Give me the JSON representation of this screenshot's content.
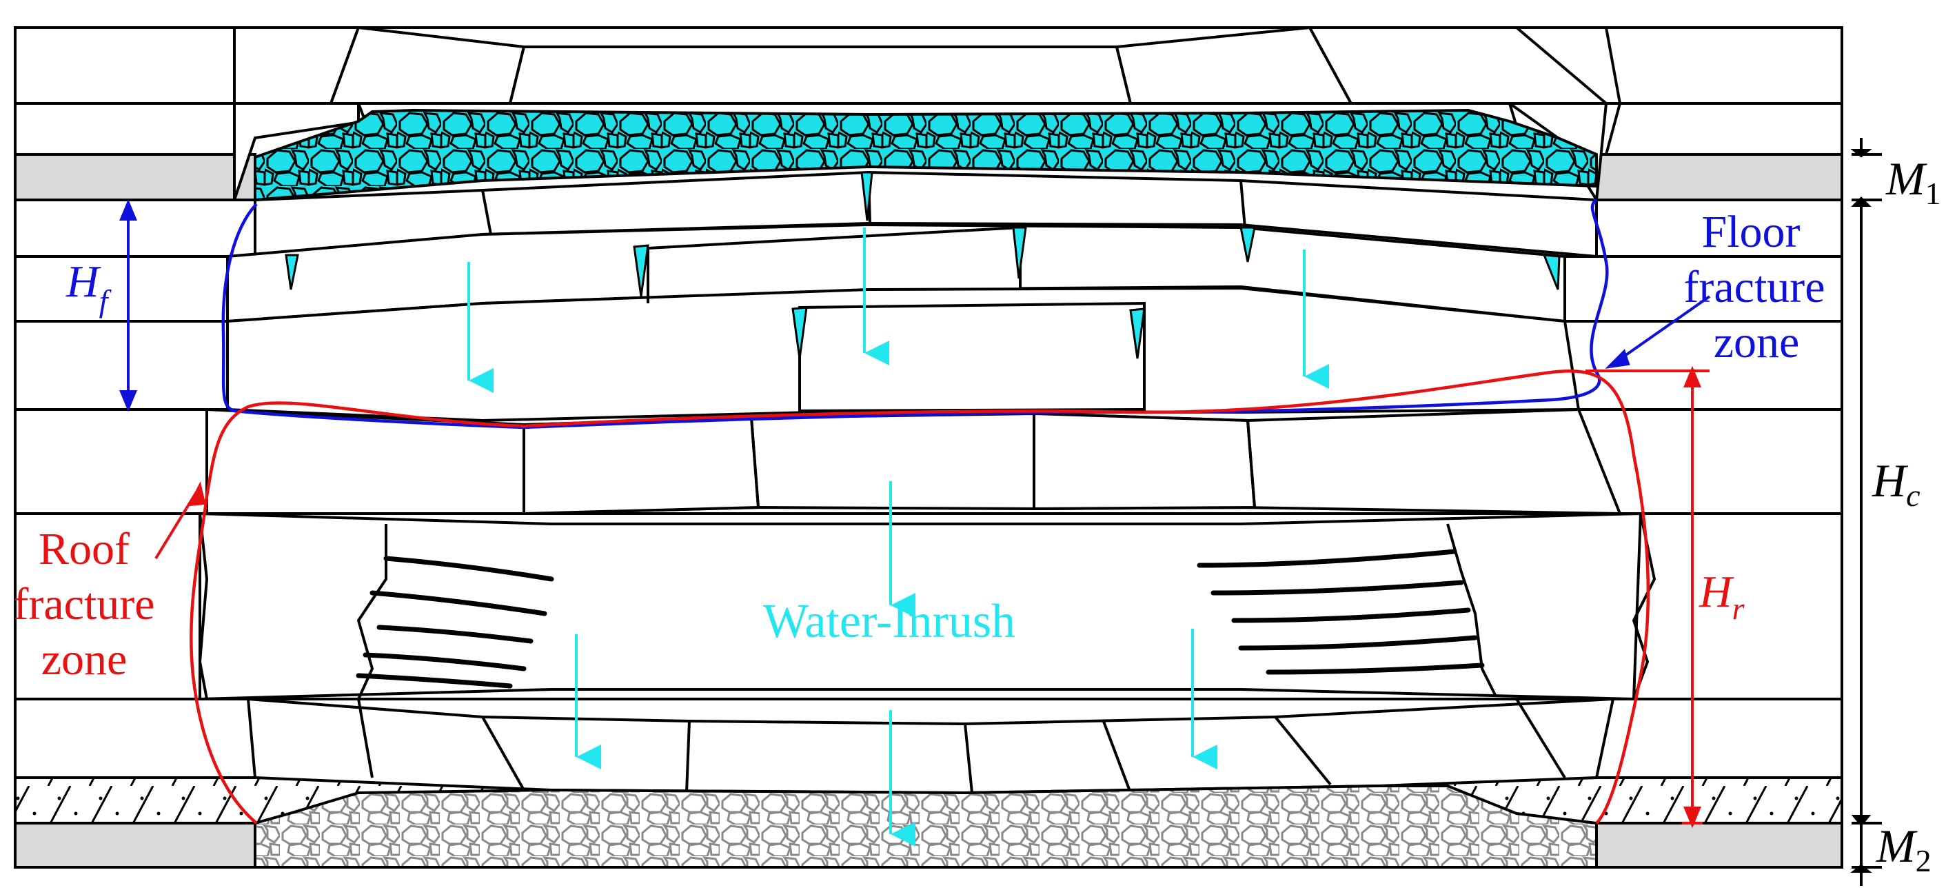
{
  "labels": {
    "hf_main": "H",
    "hf_sub": "f",
    "m1_main": "M",
    "m1_sub": "1",
    "m2_main": "M",
    "m2_sub": "2",
    "hc_main": "H",
    "hc_sub": "c",
    "hr_main": "H",
    "hr_sub": "r",
    "floor_line1": "Floor",
    "floor_line2": "fracture",
    "floor_line3": "zone",
    "roof_line1": "Roof",
    "roof_line2": "fracture",
    "roof_line3": "zone",
    "water_inrush": "Water-Inrush"
  },
  "colors": {
    "floor_fracture_zone": "#1010dd",
    "roof_fracture_zone": "#e81010",
    "water": "#22e6f0",
    "coal_seam": "#d9d9d9",
    "gob_upper": "#1de0e8",
    "gob_lower": "#ffffff",
    "strata_lines": "#000000"
  },
  "icons": {
    "water_flow": "down-arrow-icon",
    "dimension": "double-arrow-icon"
  }
}
